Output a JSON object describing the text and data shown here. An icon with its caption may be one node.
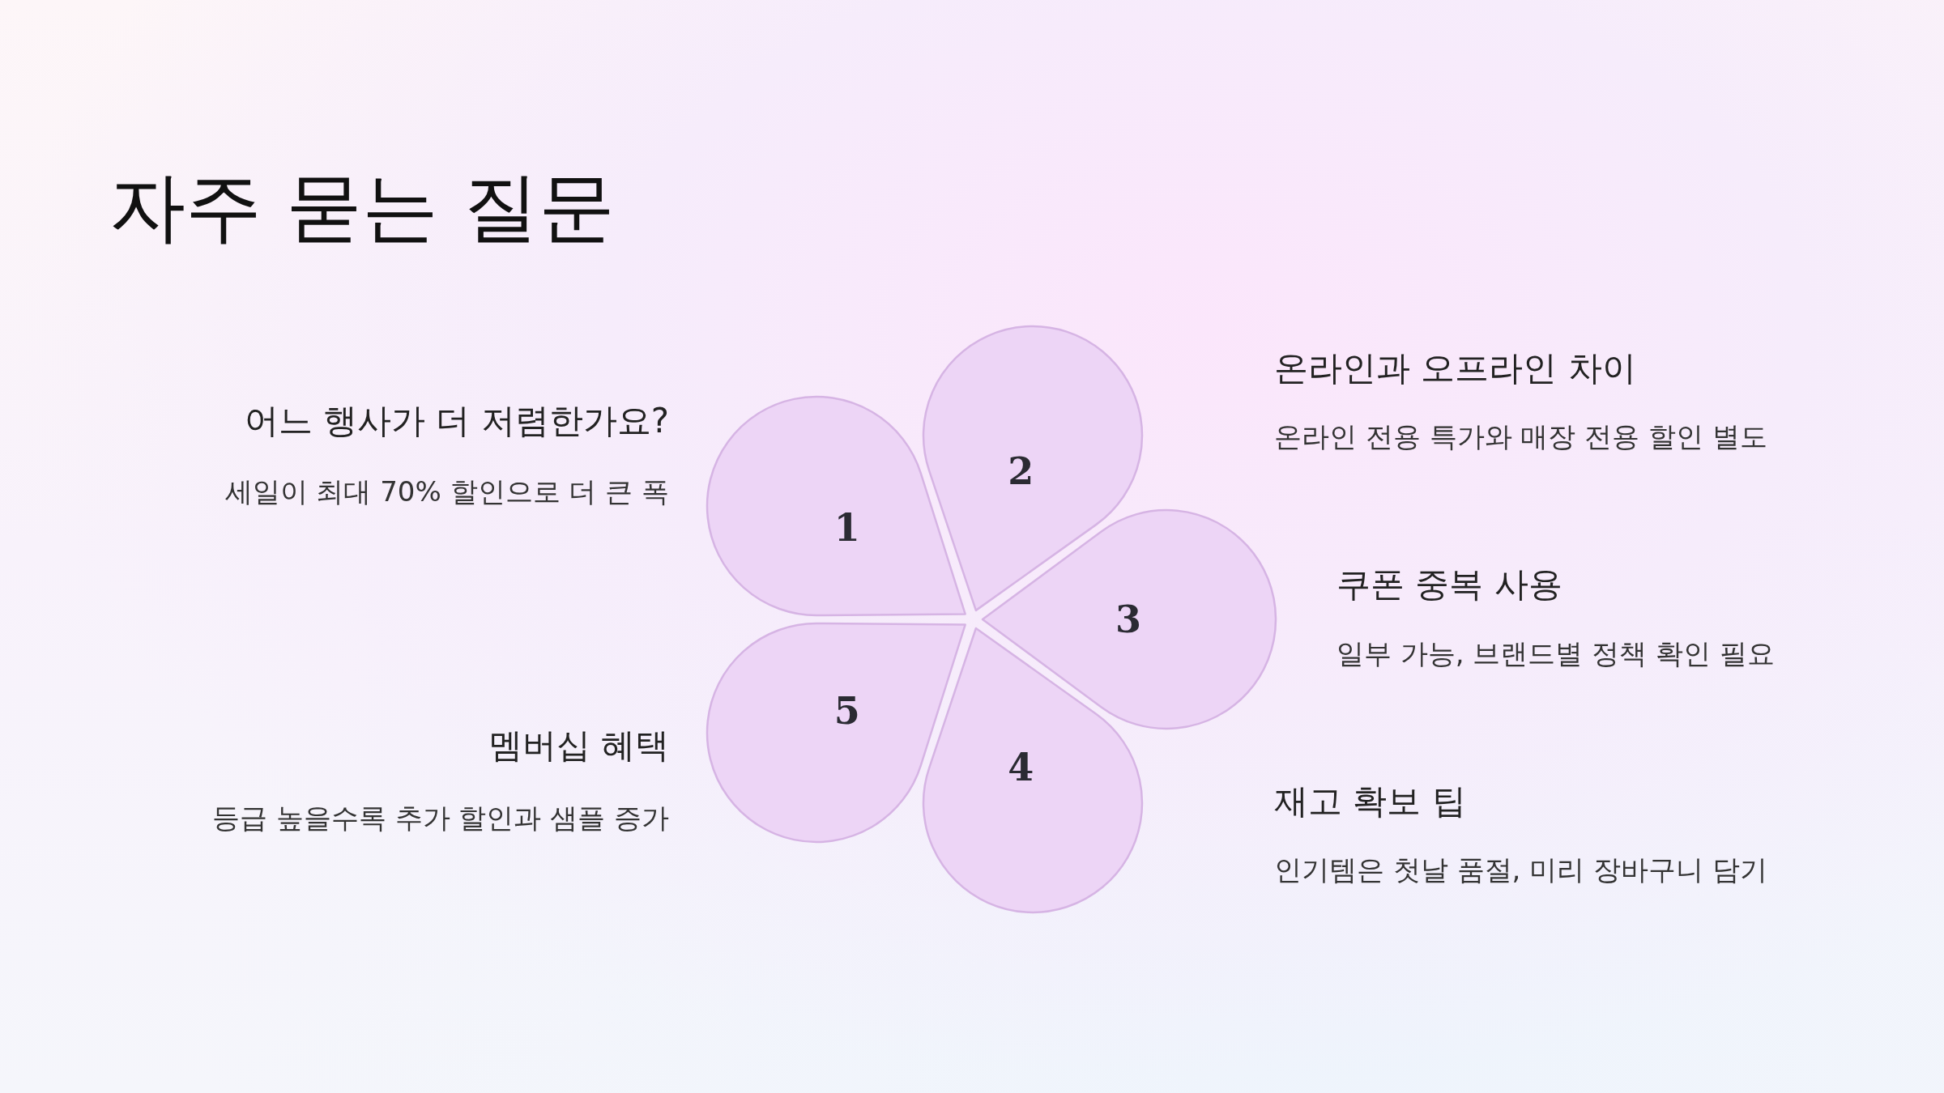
{
  "diagram": {
    "title": "자주 묻는 질문",
    "nodes": [
      {
        "text": [
          "1"
        ],
        "beside": [
          "어느 행사가 더 저렴한가요?",
          "세일이 최대 70% 할인으로 더 큰 폭"
        ]
      },
      {
        "text": [
          "2"
        ],
        "beside": [
          "온라인과 오프라인 차이",
          "온라인 전용 특가와 매장 전용 할인 별도"
        ]
      },
      {
        "text": [
          "3"
        ],
        "beside": [
          "쿠폰 중복 사용",
          "일부 가능, 브랜드별 정책 확인 필요"
        ]
      },
      {
        "text": [
          "4"
        ],
        "beside": [
          "재고 확보 팁",
          "인기템은 첫날 품절, 미리 장바구니 담기"
        ]
      },
      {
        "text": [
          "5"
        ],
        "beside": [
          "멤버십 혜택",
          "등급 높을수록 추가 할인과 샘플 증가"
        ]
      }
    ]
  }
}
